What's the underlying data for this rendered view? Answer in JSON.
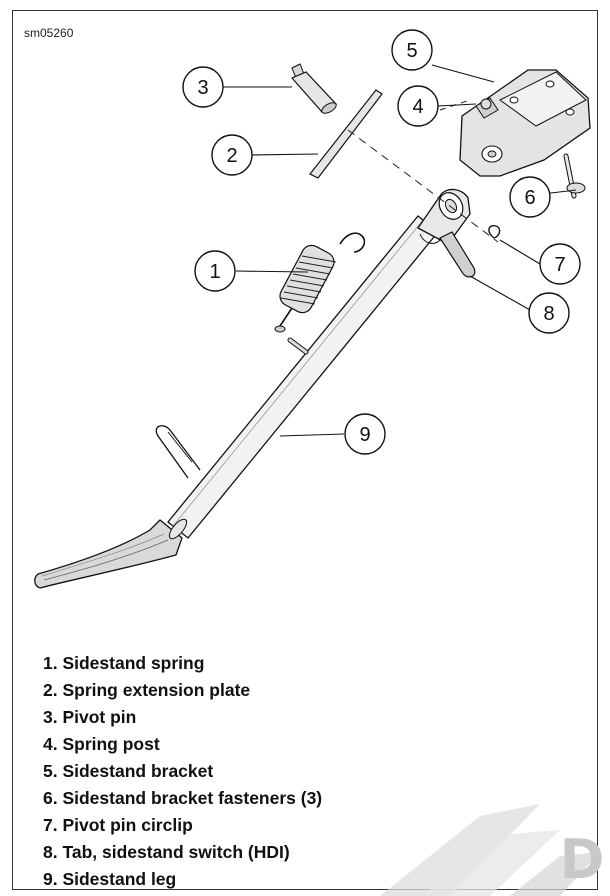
{
  "figure_id": "sm05260",
  "callouts": [
    "1",
    "2",
    "3",
    "4",
    "5",
    "6",
    "7",
    "8",
    "9"
  ],
  "legend": [
    "1. Sidestand spring",
    "2. Spring extension plate",
    "3. Pivot pin",
    "4. Spring post",
    "5. Sidestand bracket",
    "6. Sidestand bracket fasteners (3)",
    "7. Pivot pin circlip",
    "8. Tab, sidestand switch (HDI)",
    "9. Sidestand leg"
  ],
  "watermark_text": "D"
}
